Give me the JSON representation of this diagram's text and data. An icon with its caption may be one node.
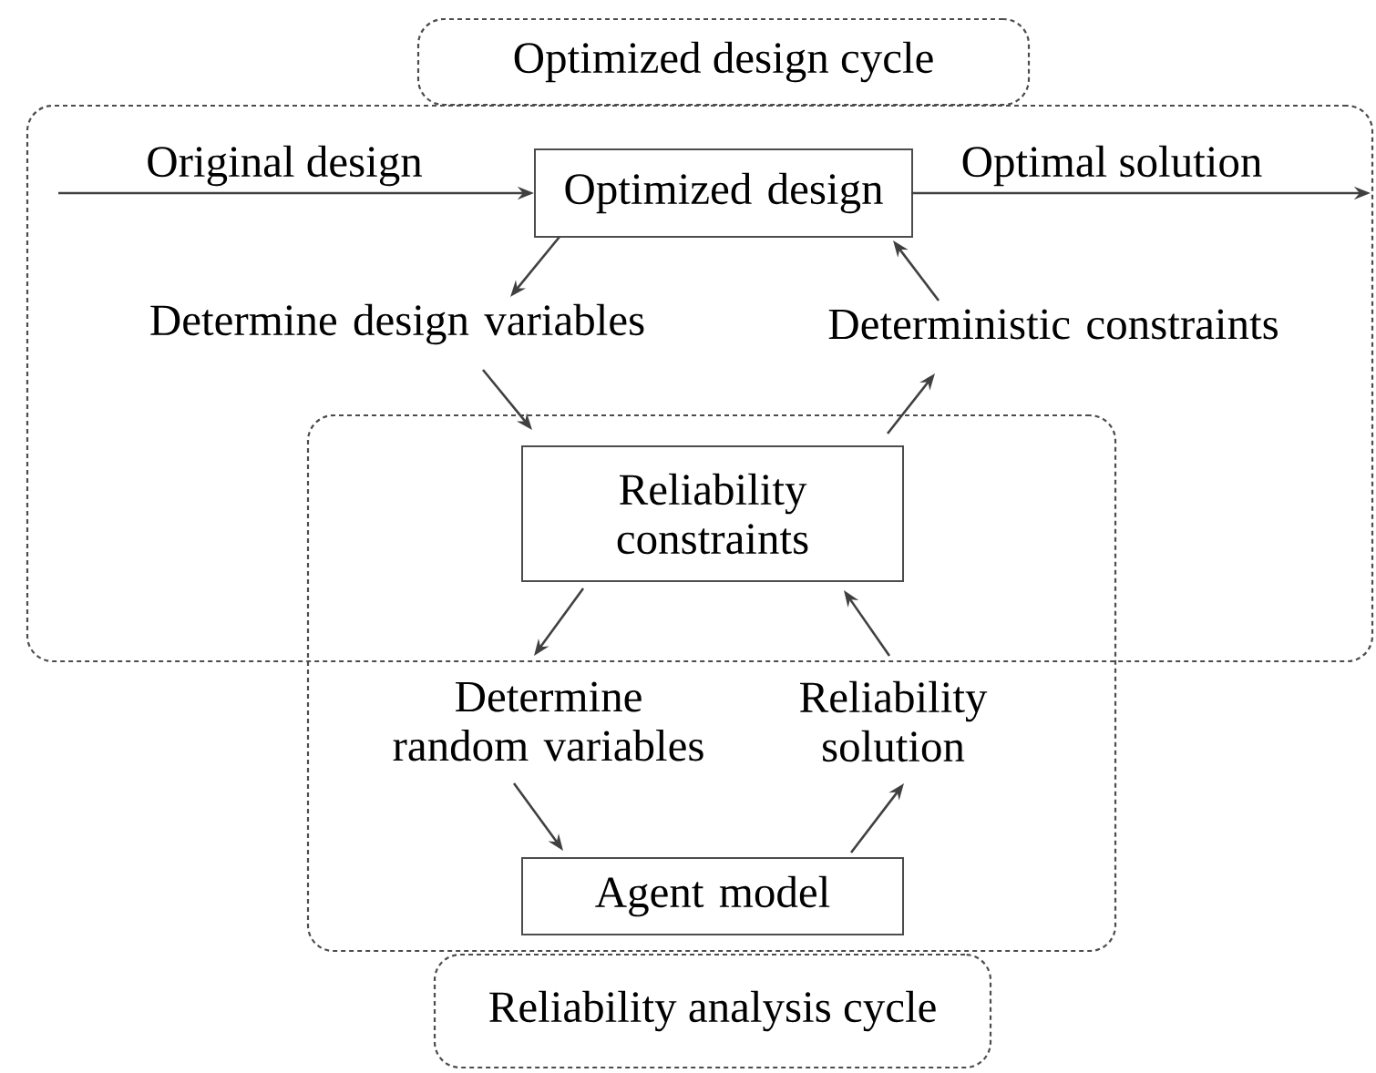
{
  "diagram": {
    "nodes": [
      {
        "text": [
          "Optimized design cycle"
        ]
      },
      {
        "text": [],
        "shape": "box"
      },
      {
        "text": [
          "Optimized design"
        ],
        "in": 1
      },
      {
        "text": [
          "Determine design variables"
        ],
        "in": 1
      },
      {
        "text": [
          "Deterministic constraints"
        ],
        "in": 1
      },
      {
        "text": [],
        "shape": "box"
      },
      {
        "text": [
          "Reliability constraints"
        ]
      },
      {
        "text": [
          "Determine random variables"
        ],
        "in": 5
      },
      {
        "text": [
          "Reliability solution"
        ],
        "in": 5
      },
      {
        "text": [
          "Agent model"
        ],
        "in": 5
      },
      {
        "text": [
          "Reliability analysis cycle"
        ]
      }
    ],
    "edges": [
      {
        "from": null,
        "to": 2,
        "arrow": "to",
        "label": "Original design"
      },
      {
        "from": 2,
        "to": null,
        "arrow": "to",
        "label": "Optimal solution"
      },
      {
        "from": 2,
        "to": 3,
        "arrow": "to"
      },
      {
        "from": 3,
        "to": 6,
        "arrow": "to"
      },
      {
        "from": 6,
        "to": 4,
        "arrow": "to"
      },
      {
        "from": 4,
        "to": 2,
        "arrow": "to"
      },
      {
        "from": 6,
        "to": 7,
        "arrow": "to"
      },
      {
        "from": 7,
        "to": 9,
        "arrow": "to"
      },
      {
        "from": 9,
        "to": 8,
        "arrow": "to"
      },
      {
        "from": 8,
        "to": 6,
        "arrow": "to"
      }
    ]
  }
}
